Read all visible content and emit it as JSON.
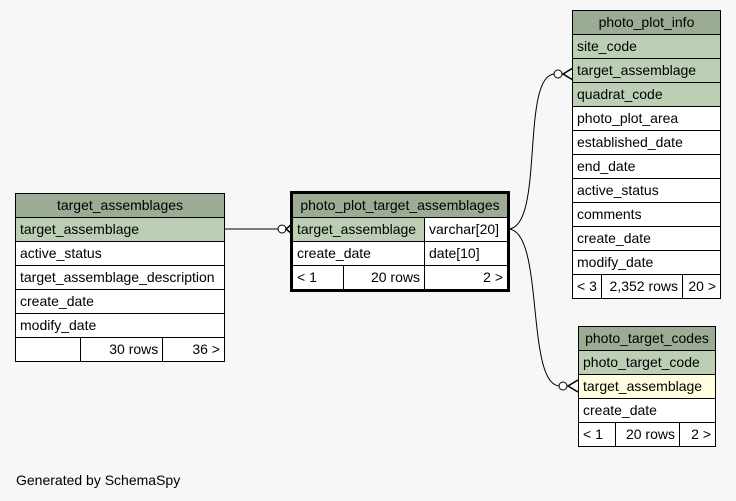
{
  "tables": {
    "target_assemblages": {
      "title": "target_assemblages",
      "columns": [
        "target_assemblage",
        "active_status",
        "target_assemblage_description",
        "create_date",
        "modify_date"
      ],
      "footer": {
        "left": "",
        "rows": "30 rows",
        "right": "36 >"
      }
    },
    "photo_plot_target_assemblages": {
      "title": "photo_plot_target_assemblages",
      "columns": [
        {
          "name": "target_assemblage",
          "type": "varchar[20]"
        },
        {
          "name": "create_date",
          "type": "date[10]"
        }
      ],
      "footer": {
        "left": "< 1",
        "rows": "20 rows",
        "right": "2 >"
      }
    },
    "photo_plot_info": {
      "title": "photo_plot_info",
      "columns": [
        "site_code",
        "target_assemblage",
        "quadrat_code",
        "photo_plot_area",
        "established_date",
        "end_date",
        "active_status",
        "comments",
        "create_date",
        "modify_date"
      ],
      "footer": {
        "left": "< 3",
        "rows": "2,352 rows",
        "right": "20 >"
      }
    },
    "photo_target_codes": {
      "title": "photo_target_codes",
      "columns": [
        "photo_target_code",
        "target_assemblage",
        "create_date"
      ],
      "footer": {
        "left": "< 1",
        "rows": "20 rows",
        "right": "2 >"
      }
    }
  },
  "colors": {
    "title_bg": "#9cac94",
    "pk_bg": "#bccfb4",
    "fk_bg": "#ffffe0",
    "background": "#f7f7f7"
  },
  "generated_by": "Generated by SchemaSpy"
}
